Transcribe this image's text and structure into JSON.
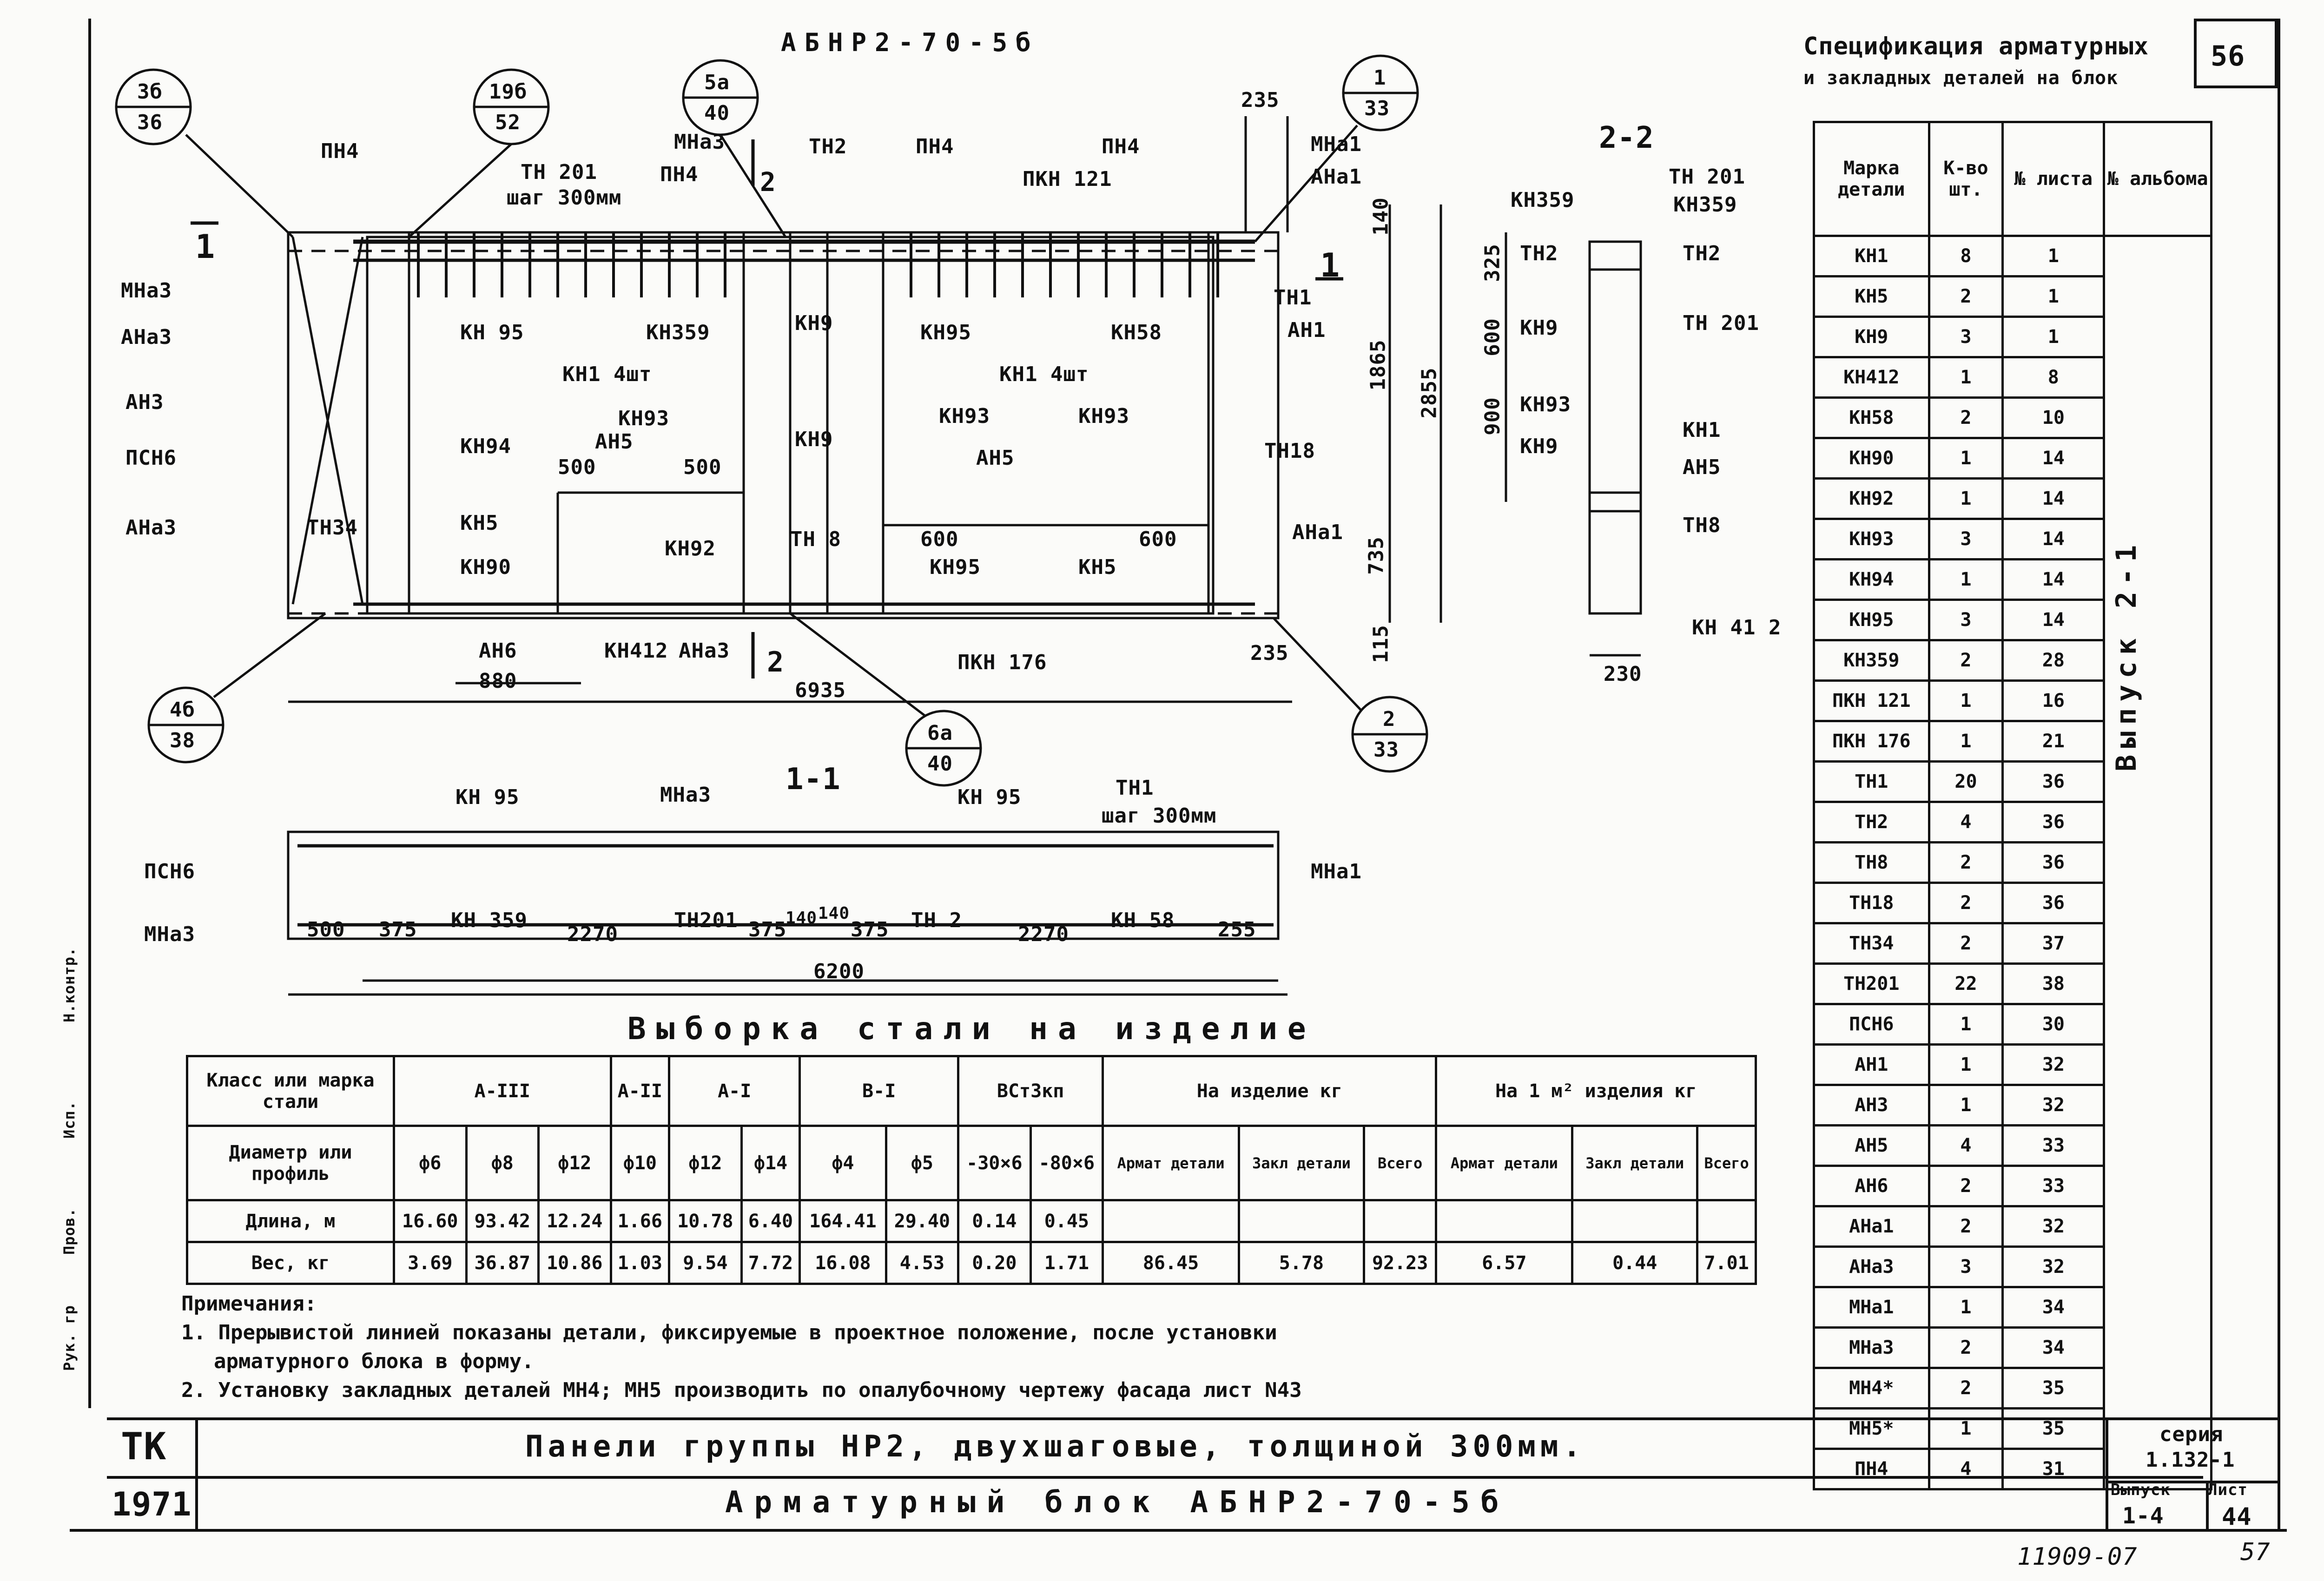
{
  "drawing_title": "АБНР2-70-5б",
  "spec_title_line1": "Спецификация арматурных",
  "spec_title_line2": "и закладных деталей на блок",
  "sheet_corner": "56",
  "section_labels": {
    "s11": "1-1",
    "s22": "2-2",
    "cut1_left": "1",
    "cut1_right": "1",
    "cut2_top": "2",
    "cut2_bottom": "2"
  },
  "callouts": [
    {
      "top": "3б",
      "bottom": "36"
    },
    {
      "top": "19б",
      "bottom": "52"
    },
    {
      "top": "5а",
      "bottom": "40"
    },
    {
      "top": "1",
      "bottom": "33"
    },
    {
      "top": "4б",
      "bottom": "38"
    },
    {
      "top": "6а",
      "bottom": "40"
    },
    {
      "top": "2",
      "bottom": "33"
    }
  ],
  "elevation_labels": {
    "pn4_a": "ПН4",
    "th201": "ТН 201",
    "step300": "шаг 300мм",
    "mna3_top": "МНа3",
    "pn4_b": "ПН4",
    "th2": "ТН2",
    "pn4_c": "ПН4",
    "pkn121": "ПКН 121",
    "pn4_d": "ПН4",
    "mna1": "МНа1",
    "ana1": "АНа1",
    "mna3": "МНа3",
    "ana3": "АНа3",
    "an3": "АН3",
    "psn6": "ПСН6",
    "ana3_b": "АНа3",
    "th34": "ТН34",
    "kn95_a": "КН 95",
    "kn359": "КН359",
    "kn9_a": "КН9",
    "kn95_b": "КН95",
    "kn58": "КН58",
    "th1": "ТН1",
    "an1": "АН1",
    "kn1_a": "КН1  4шт",
    "kn1_b": "КН1  4шт",
    "kn93_a": "КН93",
    "kn93_b": "КН93",
    "kn93_c": "КН93",
    "kn94": "КН94",
    "kn9_b": "КН9",
    "an5_a": "АН5",
    "d500a": "500",
    "d500b": "500",
    "an5_b": "АН5",
    "th18": "ТН18",
    "kn5": "КН5",
    "kn92": "КН92",
    "th8": "ТН 8",
    "d600a": "600",
    "d600b": "600",
    "ana1_b": "АНа1",
    "kn90": "КН90",
    "kn95_c": "КН95",
    "kn5_b": "КН5",
    "an6": "АН6",
    "d880": "880",
    "kn412": "КН412",
    "ana3_c": "АНа3",
    "pkn176": "ПКН 176",
    "d6935": "6935",
    "d235a": "235",
    "d235b": "235",
    "d140": "140",
    "d1865": "1865",
    "d2855": "2855",
    "d735": "735",
    "d115": "115"
  },
  "section22_labels": {
    "kn359a": "КН359",
    "th201a": "ТН 201",
    "kn359b": "КН359",
    "th2a": "ТН2",
    "th2b": "ТН2",
    "kn9a": "КН9",
    "th201b": "ТН 201",
    "kn93": "КН93",
    "kn9b": "КН9",
    "kn1": "КН1",
    "an5": "АН5",
    "th8": "ТН8",
    "kn412": "КН 41 2",
    "d325": "325",
    "d600": "600",
    "d900": "900",
    "d230": "230"
  },
  "section11_labels": {
    "kn95a": "КН 95",
    "mna3": "МНа3",
    "kn95b": "КН 95",
    "th1": "ТН1",
    "step": "шаг 300мм",
    "psn6": "ПСН6",
    "mna1": "МНа1",
    "mna3b": "МНа3",
    "d500": "500",
    "d375a": "375",
    "kn359": "КН 359",
    "d2270a": "2270",
    "th201": "ТН201",
    "d375b": "375",
    "d140a": "140",
    "d140b": "140",
    "d375c": "375",
    "th2": "ТН 2",
    "d2270b": "2270",
    "kn58": "КН 58",
    "d255": "255",
    "d6200": "6200"
  },
  "steel_title": "Выборка стали на изделие",
  "steel_table": {
    "h_class": "Класс или марка стали",
    "h_a3": "А-III",
    "h_a2": "А-II",
    "h_a1": "А-I",
    "h_b1": "В-I",
    "h_vst": "ВСт3кп",
    "h_item": "На изделие кг",
    "h_m2": "На 1 м² изделия кг",
    "h_diam": "Диаметр или профиль",
    "diams": [
      "ф6",
      "ф8",
      "ф12",
      "ф10",
      "ф12",
      "ф14",
      "ф4",
      "ф5",
      "-30×6",
      "-80×6"
    ],
    "sub": [
      "Армат детали",
      "Закл детали",
      "Всего",
      "Армат детали",
      "Закл детали",
      "Всего"
    ],
    "len_label": "Длина, м",
    "len": [
      "16.60",
      "93.42",
      "12.24",
      "1.66",
      "10.78",
      "6.40",
      "164.41",
      "29.40",
      "0.14",
      "0.45"
    ],
    "wt_label": "Вес, кг",
    "wt": [
      "3.69",
      "36.87",
      "10.86",
      "1.03",
      "9.54",
      "7.72",
      "16.08",
      "4.53",
      "0.20",
      "1.71",
      "86.45",
      "5.78",
      "92.23",
      "6.57",
      "0.44",
      "7.01"
    ]
  },
  "notes": {
    "title": "Примечания:",
    "n1a": "1. Прерывистой линией показаны детали, фиксируемые в проектное положение, после установки",
    "n1b": "арматурного блока в форму.",
    "n2": "2. Установку закладных деталей МН4; МН5 производить по опалубочному чертежу фасада лист N43"
  },
  "spec_table": {
    "headers": [
      "Марка детали",
      "К-во шт.",
      "№ листа",
      "№ альбома"
    ],
    "rows": [
      [
        "КН1",
        "8",
        "1"
      ],
      [
        "КН5",
        "2",
        "1"
      ],
      [
        "КН9",
        "3",
        "1"
      ],
      [
        "КН412",
        "1",
        "8"
      ],
      [
        "КН58",
        "2",
        "10"
      ],
      [
        "КН90",
        "1",
        "14"
      ],
      [
        "КН92",
        "1",
        "14"
      ],
      [
        "КН93",
        "3",
        "14"
      ],
      [
        "КН94",
        "1",
        "14"
      ],
      [
        "КН95",
        "3",
        "14"
      ],
      [
        "КН359",
        "2",
        "28"
      ],
      [
        "ПКН 121",
        "1",
        "16"
      ],
      [
        "ПКН 176",
        "1",
        "21"
      ],
      [
        "ТН1",
        "20",
        "36"
      ],
      [
        "ТН2",
        "4",
        "36"
      ],
      [
        "ТН8",
        "2",
        "36"
      ],
      [
        "ТН18",
        "2",
        "36"
      ],
      [
        "ТН34",
        "2",
        "37"
      ],
      [
        "ТН201",
        "22",
        "38"
      ],
      [
        "ПСН6",
        "1",
        "30"
      ],
      [
        "АН1",
        "1",
        "32"
      ],
      [
        "АН3",
        "1",
        "32"
      ],
      [
        "АН5",
        "4",
        "33"
      ],
      [
        "АН6",
        "2",
        "33"
      ],
      [
        "АНа1",
        "2",
        "32"
      ],
      [
        "АНа3",
        "3",
        "32"
      ],
      [
        "МНа1",
        "1",
        "34"
      ],
      [
        "МНа3",
        "2",
        "34"
      ],
      [
        "МН4*",
        "2",
        "35"
      ],
      [
        "МН5*",
        "1",
        "35"
      ],
      [
        "ПН4",
        "4",
        "31"
      ]
    ],
    "album_note": "Выпуск 2-1"
  },
  "title_block": {
    "org": "ТК",
    "year": "1971",
    "line1": "Панели группы НР2, двухшаговые, толщиной 300мм.",
    "line2": "Арматурный блок АБНР2-70-5б",
    "series_label": "серия",
    "series": "1.132-1",
    "issue_label": "Выпуск",
    "issue": "1-4",
    "sheet_label": "Лист",
    "sheet": "44"
  },
  "bottom_left_code": "11909-07",
  "bottom_right_num": "57",
  "margin_stamps": [
    "Рук. гр",
    "Пров.",
    "Исп.",
    "Н.контр."
  ]
}
